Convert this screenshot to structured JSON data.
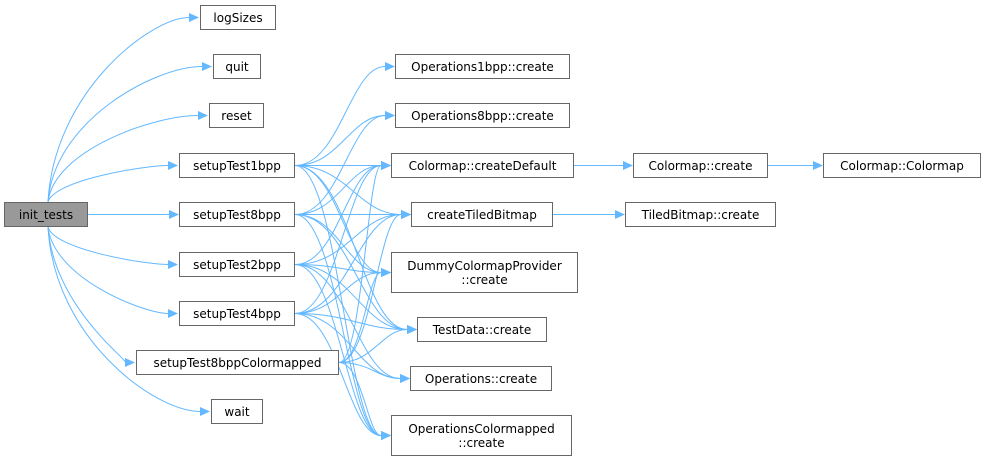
{
  "diagram": {
    "type": "call-graph",
    "edge_color": "#63b8ff",
    "root_fill": "#999999",
    "node_border": "#666666",
    "nodes": [
      {
        "id": "init_tests",
        "lines": [
          "init_tests"
        ],
        "root": true
      },
      {
        "id": "logSizes",
        "lines": [
          "logSizes"
        ]
      },
      {
        "id": "quit",
        "lines": [
          "quit"
        ]
      },
      {
        "id": "reset",
        "lines": [
          "reset"
        ]
      },
      {
        "id": "setupTest1bpp",
        "lines": [
          "setupTest1bpp"
        ]
      },
      {
        "id": "setupTest8bpp",
        "lines": [
          "setupTest8bpp"
        ]
      },
      {
        "id": "setupTest2bpp",
        "lines": [
          "setupTest2bpp"
        ]
      },
      {
        "id": "setupTest4bpp",
        "lines": [
          "setupTest4bpp"
        ]
      },
      {
        "id": "setupTest8bppColormapped",
        "lines": [
          "setupTest8bppColormapped"
        ]
      },
      {
        "id": "wait",
        "lines": [
          "wait"
        ]
      },
      {
        "id": "Operations1bpp_create",
        "lines": [
          "Operations1bpp::create"
        ]
      },
      {
        "id": "Operations8bpp_create",
        "lines": [
          "Operations8bpp::create"
        ]
      },
      {
        "id": "Colormap_createDefault",
        "lines": [
          "Colormap::createDefault"
        ]
      },
      {
        "id": "createTiledBitmap",
        "lines": [
          "createTiledBitmap"
        ]
      },
      {
        "id": "DummyColormapProvider_create",
        "lines": [
          "DummyColormapProvider",
          "::create"
        ]
      },
      {
        "id": "TestData_create",
        "lines": [
          "TestData::create"
        ]
      },
      {
        "id": "Operations_create",
        "lines": [
          "Operations::create"
        ]
      },
      {
        "id": "OperationsColormapped_create",
        "lines": [
          "OperationsColormapped",
          "::create"
        ]
      },
      {
        "id": "Colormap_create",
        "lines": [
          "Colormap::create"
        ]
      },
      {
        "id": "TiledBitmap_create",
        "lines": [
          "TiledBitmap::create"
        ]
      },
      {
        "id": "Colormap_Colormap",
        "lines": [
          "Colormap::Colormap"
        ]
      }
    ],
    "edges": [
      [
        "init_tests",
        "logSizes"
      ],
      [
        "init_tests",
        "quit"
      ],
      [
        "init_tests",
        "reset"
      ],
      [
        "init_tests",
        "setupTest1bpp"
      ],
      [
        "init_tests",
        "setupTest8bpp"
      ],
      [
        "init_tests",
        "setupTest2bpp"
      ],
      [
        "init_tests",
        "setupTest4bpp"
      ],
      [
        "init_tests",
        "setupTest8bppColormapped"
      ],
      [
        "init_tests",
        "wait"
      ],
      [
        "setupTest1bpp",
        "Operations1bpp_create"
      ],
      [
        "setupTest1bpp",
        "Operations8bpp_create"
      ],
      [
        "setupTest1bpp",
        "Colormap_createDefault"
      ],
      [
        "setupTest1bpp",
        "createTiledBitmap"
      ],
      [
        "setupTest1bpp",
        "DummyColormapProvider_create"
      ],
      [
        "setupTest1bpp",
        "TestData_create"
      ],
      [
        "setupTest1bpp",
        "OperationsColormapped_create"
      ],
      [
        "setupTest8bpp",
        "Operations8bpp_create"
      ],
      [
        "setupTest8bpp",
        "Colormap_createDefault"
      ],
      [
        "setupTest8bpp",
        "createTiledBitmap"
      ],
      [
        "setupTest8bpp",
        "DummyColormapProvider_create"
      ],
      [
        "setupTest8bpp",
        "TestData_create"
      ],
      [
        "setupTest8bpp",
        "OperationsColormapped_create"
      ],
      [
        "setupTest2bpp",
        "Colormap_createDefault"
      ],
      [
        "setupTest2bpp",
        "createTiledBitmap"
      ],
      [
        "setupTest2bpp",
        "DummyColormapProvider_create"
      ],
      [
        "setupTest2bpp",
        "TestData_create"
      ],
      [
        "setupTest2bpp",
        "Operations_create"
      ],
      [
        "setupTest2bpp",
        "OperationsColormapped_create"
      ],
      [
        "setupTest4bpp",
        "Colormap_createDefault"
      ],
      [
        "setupTest4bpp",
        "createTiledBitmap"
      ],
      [
        "setupTest4bpp",
        "DummyColormapProvider_create"
      ],
      [
        "setupTest4bpp",
        "TestData_create"
      ],
      [
        "setupTest4bpp",
        "Operations_create"
      ],
      [
        "setupTest4bpp",
        "OperationsColormapped_create"
      ],
      [
        "setupTest8bppColormapped",
        "Colormap_createDefault"
      ],
      [
        "setupTest8bppColormapped",
        "createTiledBitmap"
      ],
      [
        "setupTest8bppColormapped",
        "DummyColormapProvider_create"
      ],
      [
        "setupTest8bppColormapped",
        "TestData_create"
      ],
      [
        "setupTest8bppColormapped",
        "Operations_create"
      ],
      [
        "setupTest8bppColormapped",
        "OperationsColormapped_create"
      ],
      [
        "Colormap_createDefault",
        "Colormap_create"
      ],
      [
        "Colormap_create",
        "Colormap_Colormap"
      ],
      [
        "createTiledBitmap",
        "TiledBitmap_create"
      ]
    ]
  }
}
